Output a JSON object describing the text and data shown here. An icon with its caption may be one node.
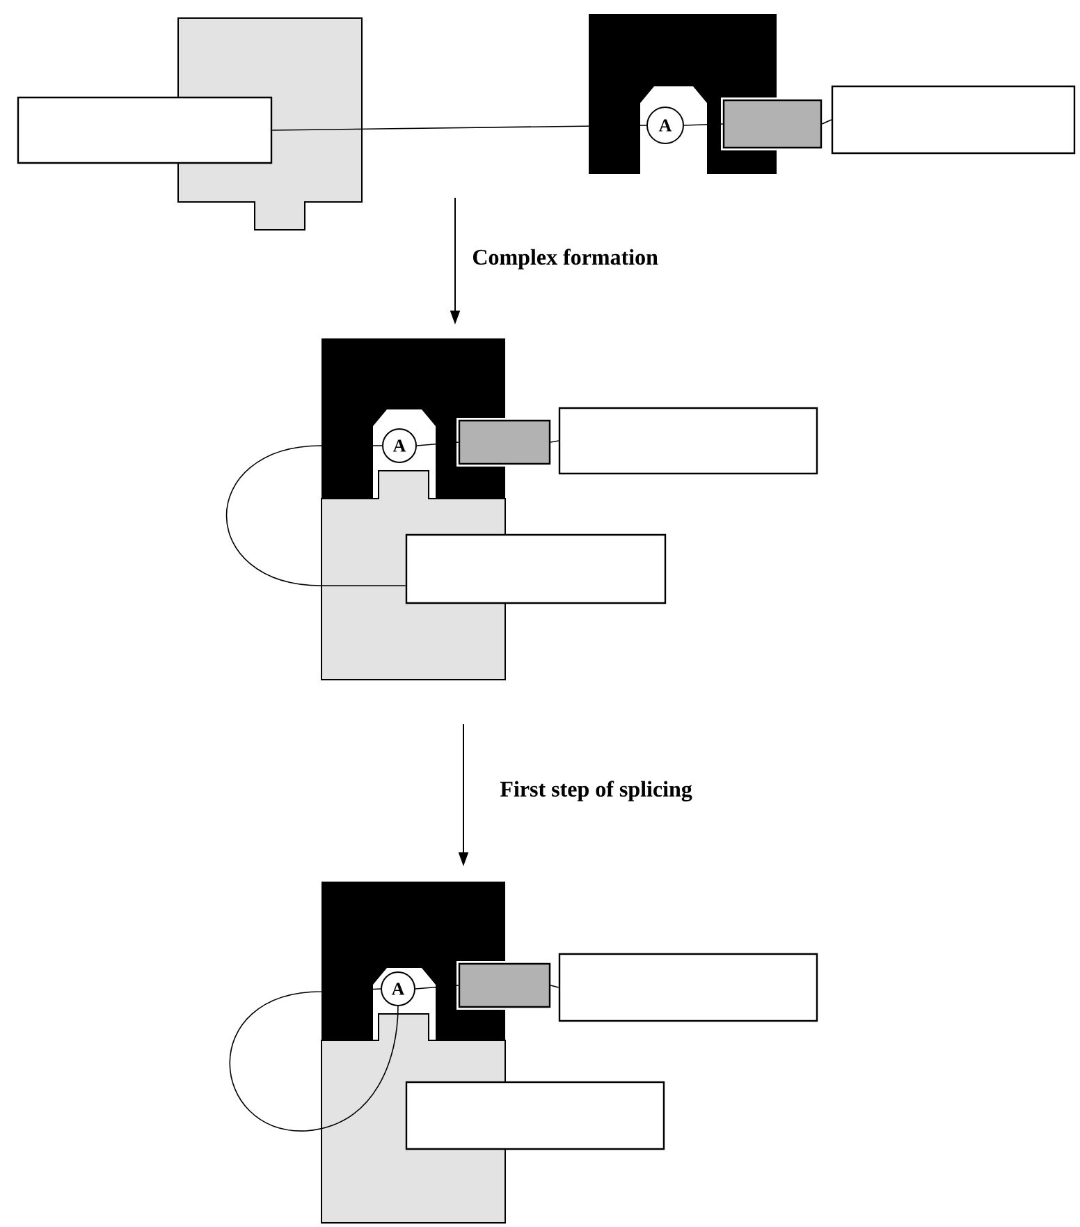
{
  "diagram": {
    "nodes": [
      {
        "text": [],
        "shape": "box"
      },
      {
        "text": [
          "A"
        ]
      },
      {
        "text": [],
        "shape": "box"
      },
      {
        "text": [],
        "shape": "box"
      },
      {
        "text": [
          "A"
        ]
      },
      {
        "text": [],
        "shape": "box"
      },
      {
        "text": [],
        "shape": "box"
      },
      {
        "text": [],
        "shape": "box"
      },
      {
        "text": [
          "A"
        ]
      },
      {
        "text": [],
        "shape": "box"
      },
      {
        "text": [],
        "shape": "box"
      },
      {
        "text": [],
        "shape": "box"
      }
    ],
    "edges": [
      {
        "from": 0,
        "to": 1,
        "arrow": "none"
      },
      {
        "from": 1,
        "to": 2,
        "arrow": "none"
      },
      {
        "from": 2,
        "to": 3,
        "arrow": "none"
      },
      {
        "from": 4,
        "to": 5,
        "arrow": "none"
      },
      {
        "from": 5,
        "to": 6,
        "arrow": "none"
      },
      {
        "from": 4,
        "to": 7,
        "arrow": "none"
      },
      {
        "from": 8,
        "to": 9,
        "arrow": "none"
      },
      {
        "from": 9,
        "to": 10,
        "arrow": "none"
      },
      {
        "from": 8,
        "to": 8,
        "arrow": "none"
      }
    ],
    "labels": [
      "Complex formation",
      "First step of splicing"
    ]
  }
}
